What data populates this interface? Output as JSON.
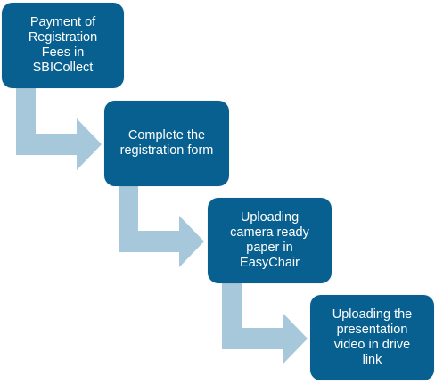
{
  "colors": {
    "box_fill": "#07608f",
    "arrow_fill": "#a7c7db",
    "text": "#ffffff"
  },
  "steps": [
    {
      "label": "Payment of\nRegistration\nFees in\nSBICollect"
    },
    {
      "label": "Complete the\nregistration form"
    },
    {
      "label": "Uploading\ncamera ready\npaper in\nEasyChair"
    },
    {
      "label": "Uploading the\npresentation\nvideo in drive\nlink"
    }
  ]
}
